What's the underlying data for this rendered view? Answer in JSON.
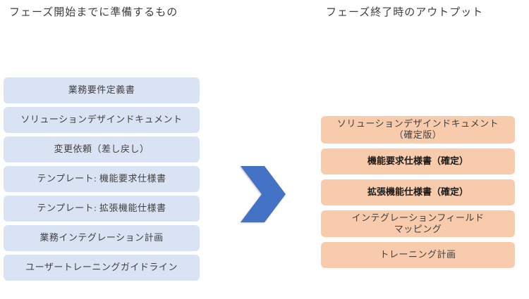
{
  "headers": {
    "left": "フェーズ開始までに準備するもの",
    "right": "フェーズ終了時のアウトプット"
  },
  "left_column": {
    "box_color": "#dae3f3",
    "text_color": "#404040",
    "items": [
      {
        "text": "業務要件定義書",
        "bold": false
      },
      {
        "text": "ソリューションデザインドキュメント",
        "bold": false
      },
      {
        "text": "変更依頼（差し戻し）",
        "bold": false
      },
      {
        "text": "テンプレート: 機能要求仕様書",
        "bold": false
      },
      {
        "text": "テンプレート: 拡張機能仕様書",
        "bold": false
      },
      {
        "text": "業務インテグレーション計画",
        "bold": false
      },
      {
        "text": "ユーザートレーニングガイドライン",
        "bold": false
      }
    ]
  },
  "right_column": {
    "box_color": "#f8cbad",
    "text_color": "#404040",
    "items": [
      {
        "text": "ソリューションデザインドキュメント\n（確定版）",
        "bold": false
      },
      {
        "text": "機能要求仕様書（確定）",
        "bold": true
      },
      {
        "text": "拡張機能仕様書（確定）",
        "bold": true
      },
      {
        "text": "インテグレーションフィールド\nマッピング",
        "bold": false
      },
      {
        "text": "トレーニング計画",
        "bold": false
      }
    ]
  },
  "arrow": {
    "name": "right-chevron",
    "color": "#4472c4"
  }
}
